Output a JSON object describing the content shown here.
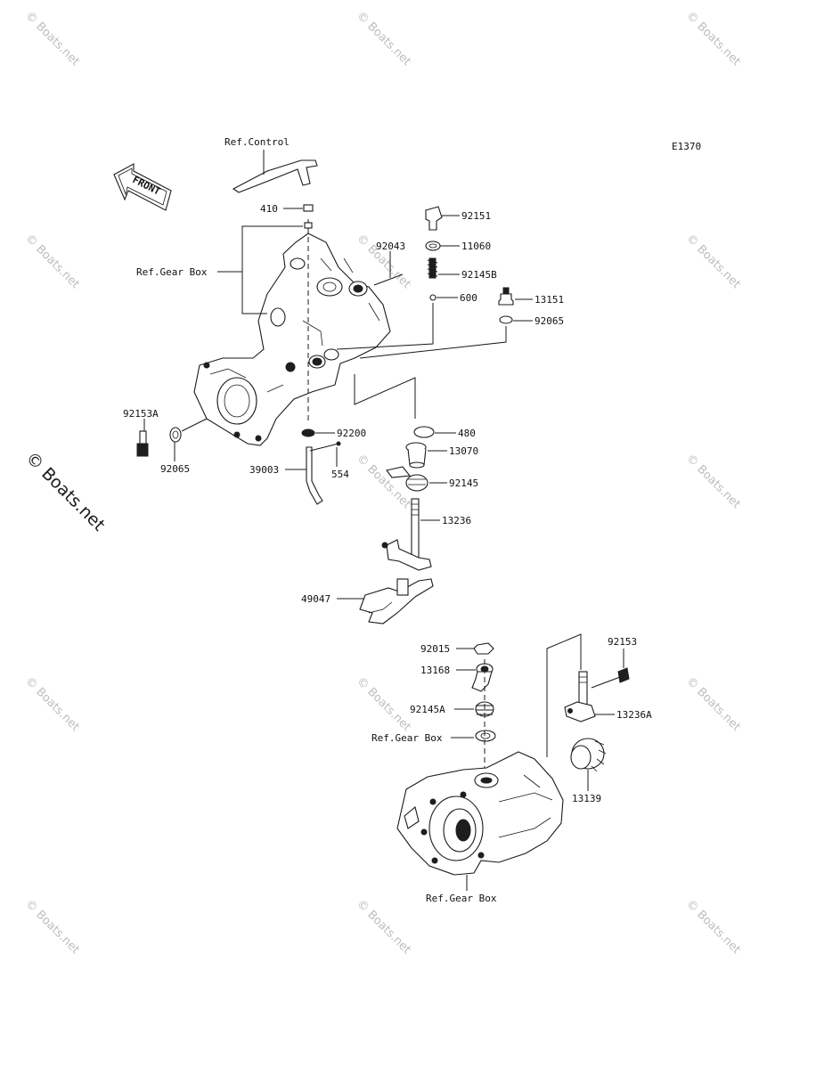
{
  "diagram": {
    "code": "E1370",
    "front_label": "FRONT",
    "watermark": "© Boats.net",
    "ref_labels": {
      "control": "Ref.Control",
      "gear_box_upper": "Ref.Gear Box",
      "gear_box_mid": "Ref.Gear Box",
      "gear_box_lower": "Ref.Gear Box"
    },
    "parts": {
      "p410": "410",
      "p92151": "92151",
      "p11060": "11060",
      "p92043": "92043",
      "p92145B": "92145B",
      "p600": "600",
      "p13151": "13151",
      "p92065_right": "92065",
      "p92153A": "92153A",
      "p92065_left": "92065",
      "p92200": "92200",
      "p39003": "39003",
      "p554": "554",
      "p480": "480",
      "p13070": "13070",
      "p92145": "92145",
      "p13236": "13236",
      "p49047": "49047",
      "p92015": "92015",
      "p13168": "13168",
      "p92145A": "92145A",
      "p92153": "92153",
      "p13236A": "13236A",
      "p13139": "13139"
    }
  }
}
